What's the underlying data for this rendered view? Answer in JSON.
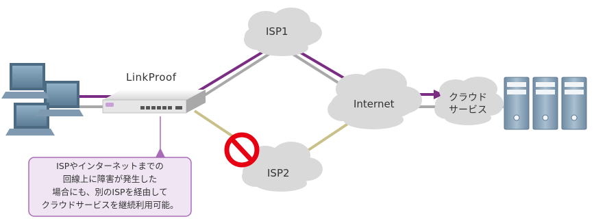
{
  "labels": {
    "device": "LinkProof",
    "isp1": "ISP1",
    "isp2": "ISP2",
    "internet": "Internet",
    "cloud_service_line1": "クラウド",
    "cloud_service_line2": "サービス"
  },
  "callout": {
    "lines": [
      "ISPやインターネットまでの",
      "回線上に障害が発生した",
      "場合にも、別のISPを経由して",
      "クラウドサービスを継続利用可能。"
    ]
  },
  "colors": {
    "active_path": "#7b2c83",
    "backup_path": "#a8a8a8",
    "isp2_path": "#c9c08a",
    "cloud_fill": "#d9d9d9",
    "failure_sign": "#e60012",
    "callout_fill": "#efe5f3",
    "callout_border": "#a86bb8",
    "computer": "#5a7a93",
    "server": "#7f99b0"
  },
  "icons": {
    "computers": "desktop-computer-icon",
    "device": "network-appliance-icon",
    "failure": "no-entry-icon",
    "servers": "server-icon"
  }
}
